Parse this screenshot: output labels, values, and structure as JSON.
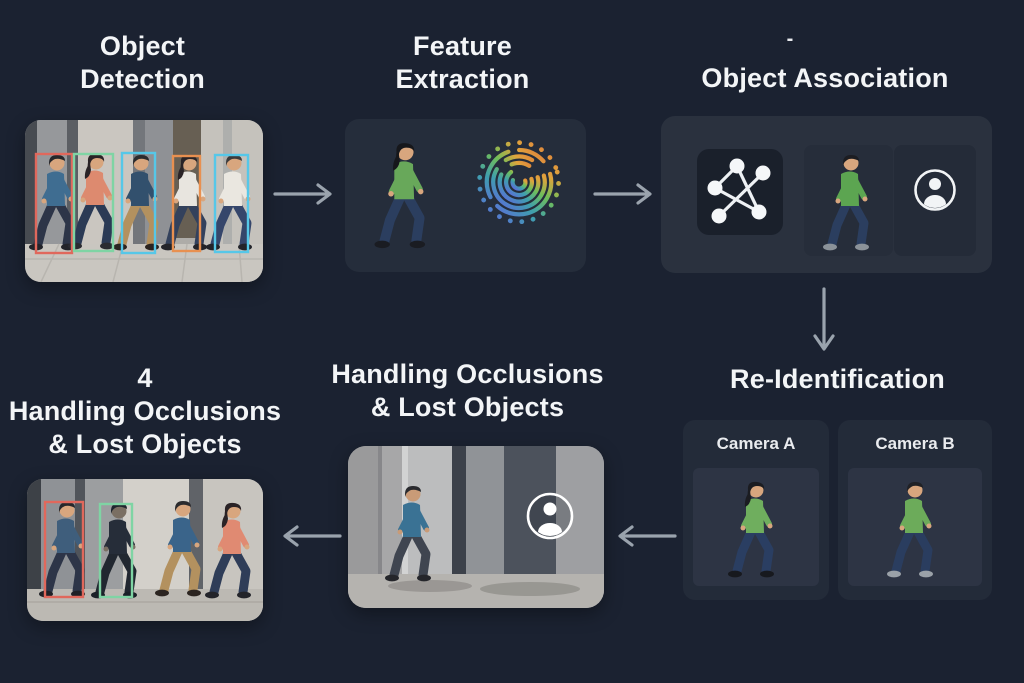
{
  "pipeline": {
    "object_detection": {
      "line1": "Object",
      "line2": "Detection"
    },
    "feature_extraction": {
      "line1": "Feature",
      "line2": "Extraction"
    },
    "object_association": {
      "marker": "-",
      "title": "Object Association"
    },
    "re_identification": {
      "title": "Re-Identification",
      "cameras": [
        {
          "label": "Camera A"
        },
        {
          "label": "Camera B"
        }
      ]
    },
    "occlusions_middle": {
      "line1": "Handling Occlusions",
      "line2": "& Lost Objects"
    },
    "occlusions_left": {
      "number": "4",
      "line1": "Handling Occlusions",
      "line2": "& Lost Objects"
    }
  },
  "icons": {
    "fingerprint": "fingerprint-icon",
    "association_graph": "graph-icon",
    "user_avatar": "user-avatar-icon",
    "arrow_right": "arrow-right-icon",
    "arrow_down": "arrow-down-icon",
    "arrow_left": "arrow-left-icon"
  },
  "colors": {
    "background": "#1b2231",
    "panel": "#252d3b",
    "panel_light": "#2a313e",
    "tile_dark": "#1a202b",
    "camera_panel": "#232b39",
    "camera_inner": "#2d3444",
    "title_text": "#f3f5f7",
    "arrow": "#9aa3ad",
    "bbox_red": "#e0685c",
    "bbox_green": "#7fd4a4",
    "bbox_blue": "#56c7e8",
    "bbox_orange": "#e89050",
    "person_shirt_green": "#6aaa5e",
    "fingerprint_green": "#6fbe5a",
    "fingerprint_orange": "#e0a43c",
    "fingerprint_blue": "#5a6fd8"
  }
}
